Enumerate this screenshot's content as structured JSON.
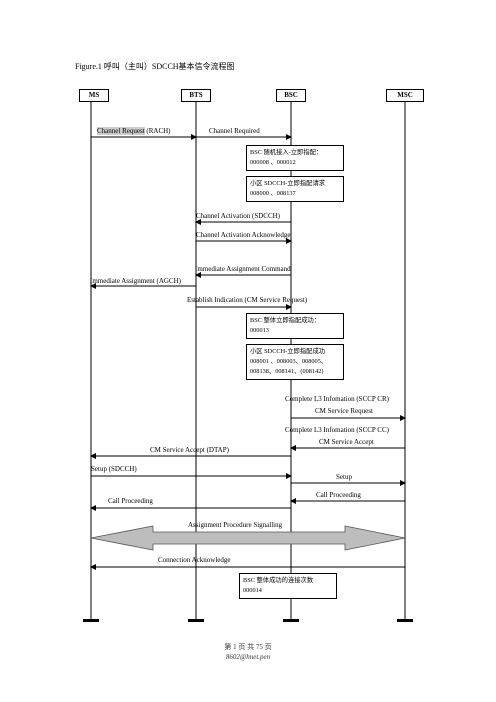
{
  "title": "Figure.1  呼叫（主叫）SDCCH基本信令流程图",
  "entities": {
    "ms": "MS",
    "bts": "BTS",
    "bsc": "BSC",
    "msc": "MSC"
  },
  "messages": {
    "m1a": "Channel Request",
    "m1b": " (RACH)",
    "m2": "Channel Required",
    "m3": "Channel Activation (SDCCH)",
    "m4": "Channel Activation Acknowledge",
    "m5": "Immediate Assignment Command",
    "m6": "Immediate Assignment (AGCH)",
    "m7": "Establish Indication (CM Service Request)",
    "m8": "Complete L3 Infomation (SCCP CR)",
    "m9": "CM Service Request",
    "m10": "Complete L3 Infomation (SCCP CC)",
    "m11": "CM Service Accept",
    "m12": "CM Service Accept (DTAP)",
    "m13": "Setup (SDCCH)",
    "m14": "Setup",
    "m15": "Call Proceeding",
    "m16": "Call Proceeding",
    "m17": "Assignment Procedure Signalling",
    "m18": "Connection Acknowledge"
  },
  "boxes": {
    "b1": [
      "BSC  随机接入-立即指配：",
      "000008 、000012"
    ],
    "b2": [
      "小区 SDCCH-立即指配请求",
      "008000  、008137"
    ],
    "b3": [
      "BSC  整体立即指配成功：",
      "000013"
    ],
    "b4": [
      "小区 SDCCH-立即指配成功",
      "008001  、008003、008005、",
      "008138、008141、(008142)"
    ],
    "b5": [
      "BSC  整体成功的连接次数",
      "000014"
    ]
  },
  "footer": {
    "page": "第 1  页  共 75 页",
    "email": "8602@hnet.pen"
  }
}
